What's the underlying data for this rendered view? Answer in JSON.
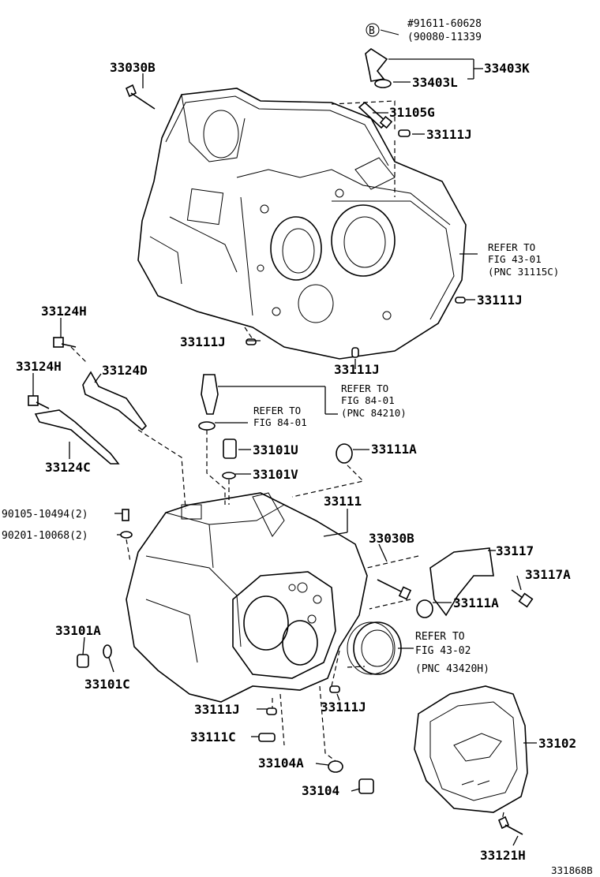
{
  "labels": {
    "p33030b_top": "33030B",
    "p91611": "#91611-60628",
    "p90080": "(90080-11339",
    "p33403k": "33403K",
    "p33403l": "33403L",
    "p31105g": "31105G",
    "p33111j_1": "33111J",
    "ref1_a": "REFER TO",
    "ref1_b": "FIG 43-01",
    "ref1_c": "(PNC 31115C)",
    "p33111j_2": "33111J",
    "p33124h_1": "33124H",
    "p33111j_3": "33111J",
    "p33111j_4": "33111J",
    "p33124h_2": "33124H",
    "p33124d": "33124D",
    "ref2_a": "REFER TO",
    "ref2_b": "FIG 84-01",
    "ref2_c": "(PNC 84210)",
    "ref3_a": "REFER TO",
    "ref3_b": "FIG 84-01",
    "p33101u": "33101U",
    "p33111a_1": "33111A",
    "p33124c": "33124C",
    "p33101v": "33101V",
    "p33111": "33111",
    "p90105": "90105-10494(2)",
    "p90201": "90201-10068(2)",
    "p33030b_mid": "33030B",
    "p33117": "33117",
    "p33117a": "33117A",
    "p33111a_2": "33111A",
    "p33101a": "33101A",
    "ref4_a": "REFER TO",
    "ref4_b": "FIG 43-02",
    "ref4_c": "(PNC 43420H)",
    "p33101c": "33101C",
    "p33111j_5": "33111J",
    "p33111j_6": "33111J",
    "p33111c": "33111C",
    "p33102": "33102",
    "p33104a": "33104A",
    "p33104": "33104",
    "p33121h": "33121H",
    "fig_no": "331868B",
    "badge": "B"
  }
}
